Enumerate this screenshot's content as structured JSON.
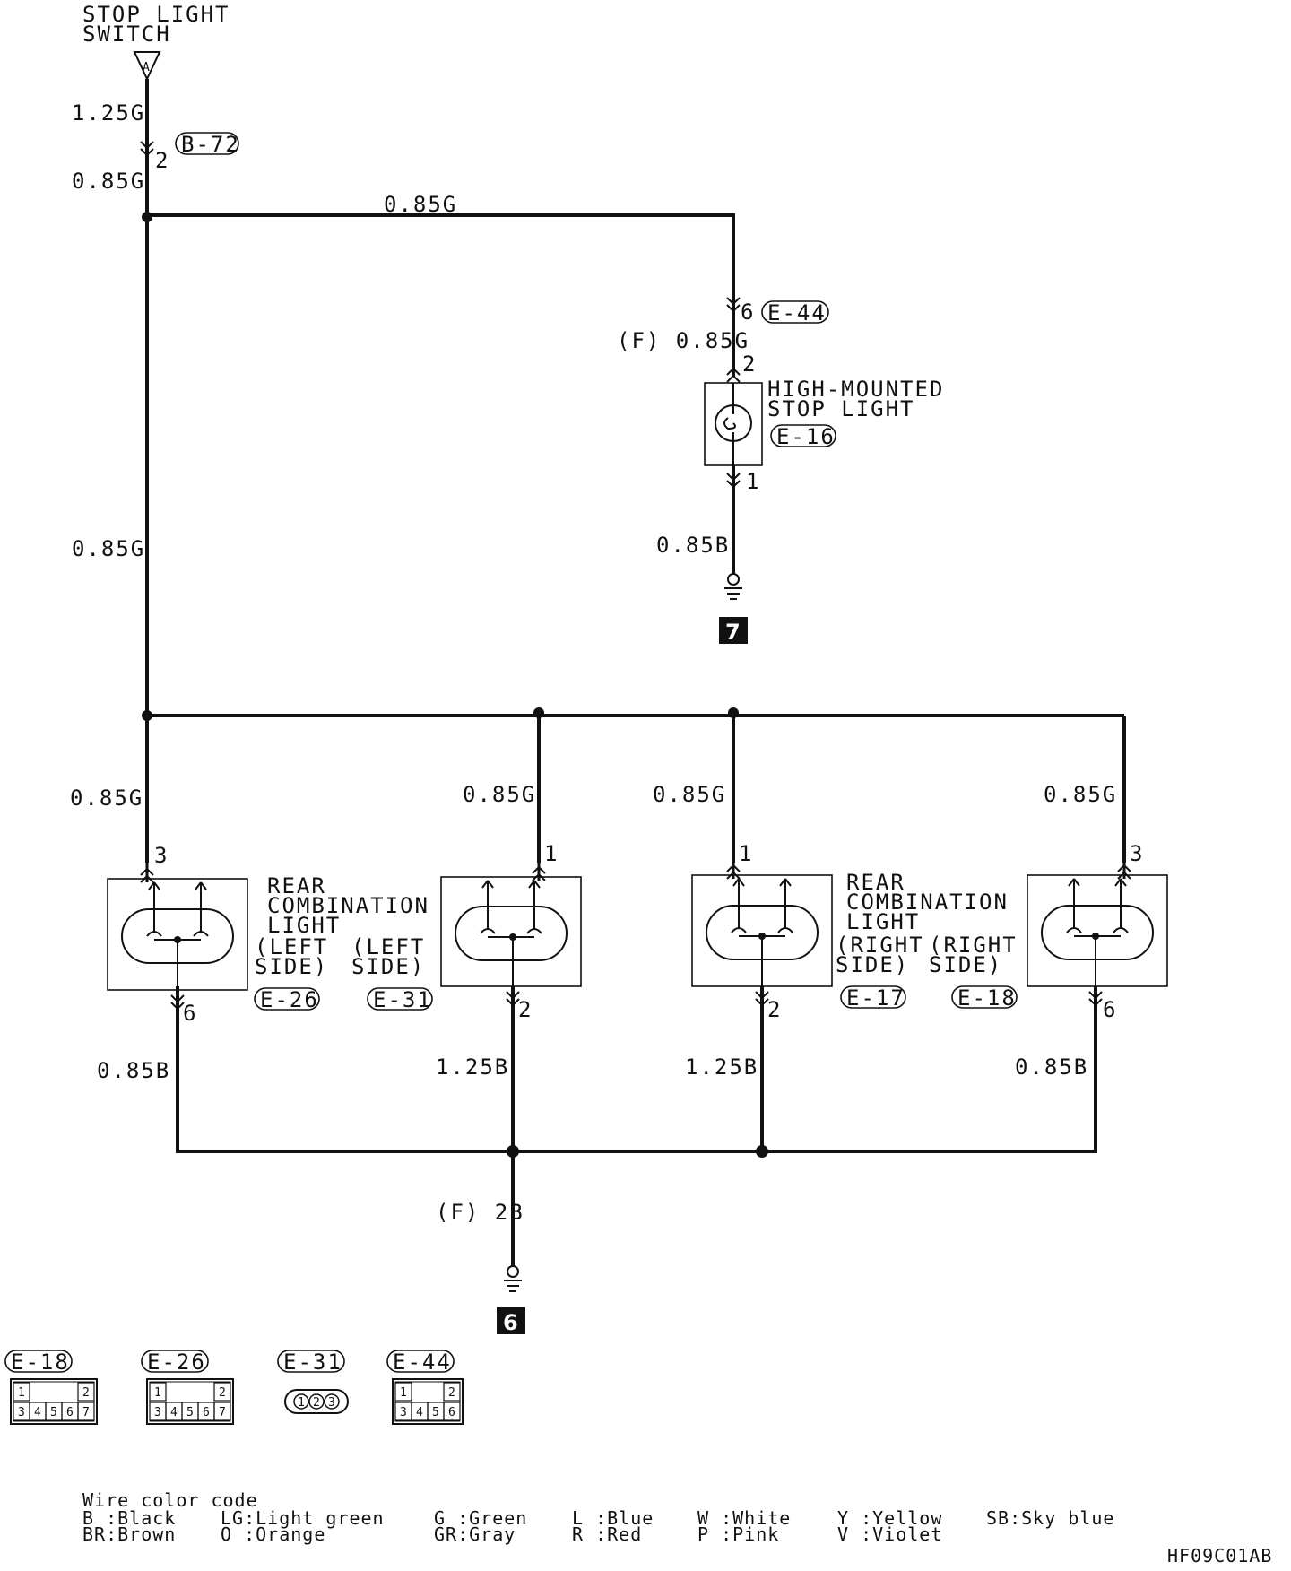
{
  "switch": {
    "line1": "STOP LIGHT",
    "line2": "SWITCH",
    "terminal": "A"
  },
  "labels": {
    "w_125G_top": "1.25G",
    "pin_b72": "2",
    "conn_b72": "B-72",
    "w_085G_a": "0.85G",
    "w_085G_h": "0.85G",
    "w_085G_mid": "0.85G",
    "pin_e44": "6",
    "conn_e44": "E-44",
    "w_F085G": "(F) 0.85G",
    "pin_hm_top": "2",
    "pin_hm_bot": "1",
    "w_085B_hm": "0.85B",
    "ground_7": "7",
    "w_085G_e26": "0.85G",
    "w_085G_e31": "0.85G",
    "w_085G_e17": "0.85G",
    "w_085G_e18": "0.85G",
    "pin_e26_top": "3",
    "pin_e31_top": "1",
    "pin_e17_top": "1",
    "pin_e18_top": "3",
    "pin_e26_bot": "6",
    "pin_e31_bot": "2",
    "pin_e17_bot": "2",
    "pin_e18_bot": "6",
    "w_085B_e26": "0.85B",
    "w_125B_e31": "1.25B",
    "w_125B_e17": "1.25B",
    "w_085B_e18": "0.85B",
    "w_F2B": "(F) 2B",
    "ground_6": "6",
    "code": "HF09C01AB"
  },
  "high_mount": {
    "line1": "HIGH-MOUNTED",
    "line2": "STOP LIGHT",
    "conn": "E-16"
  },
  "rear_left": {
    "line1": "REAR",
    "line2": "COMBINATION",
    "line3": "LIGHT",
    "side_a": "(LEFT",
    "side_a2": "SIDE)",
    "side_b": "(LEFT",
    "side_b2": "SIDE)",
    "conn_a": "E-26",
    "conn_b": "E-31"
  },
  "rear_right": {
    "line1": "REAR",
    "line2": "COMBINATION",
    "line3": "LIGHT",
    "side_a": "(RIGHT",
    "side_a2": "SIDE)",
    "side_b": "(RIGHT",
    "side_b2": "SIDE)",
    "conn_a": "E-17",
    "conn_b": "E-18"
  },
  "connectors": [
    {
      "id": "E-18",
      "top": [
        "1",
        "2"
      ],
      "bottom": [
        "3",
        "4",
        "5",
        "6",
        "7"
      ]
    },
    {
      "id": "E-26",
      "top": [
        "1",
        "2"
      ],
      "bottom": [
        "3",
        "4",
        "5",
        "6",
        "7"
      ]
    },
    {
      "id": "E-31",
      "pins": [
        "1",
        "2",
        "3"
      ]
    },
    {
      "id": "E-44",
      "top": [
        "1",
        "2"
      ],
      "bottom": [
        "3",
        "4",
        "5",
        "6"
      ]
    }
  ],
  "legend": {
    "title": "Wire color code",
    "rows": [
      [
        "B :Black",
        "LG:Light green",
        "G :Green",
        "L :Blue",
        "W :White",
        "Y :Yellow",
        "SB:Sky blue"
      ],
      [
        "BR:Brown",
        "O :Orange",
        "GR:Gray",
        "R :Red",
        "P :Pink",
        "V :Violet",
        ""
      ]
    ]
  }
}
